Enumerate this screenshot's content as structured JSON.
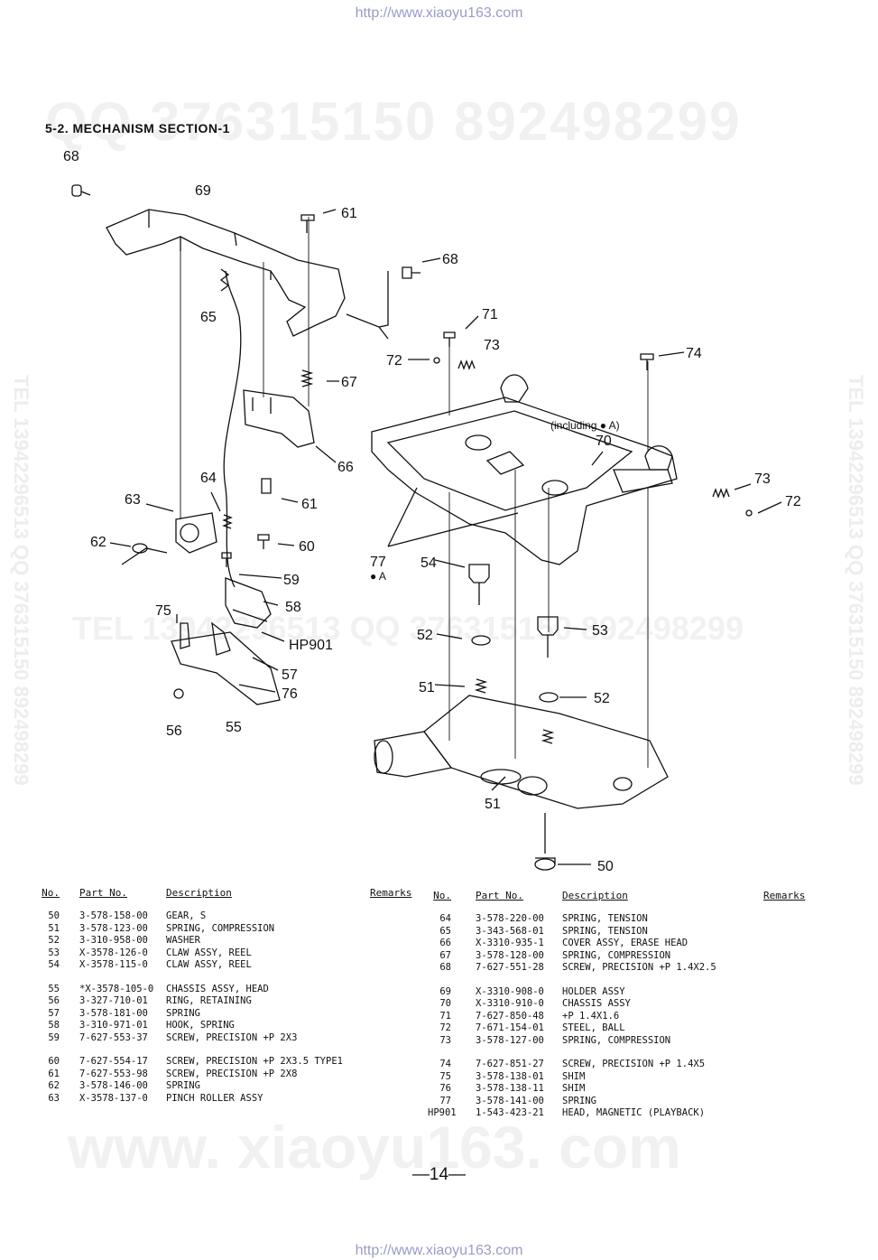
{
  "header_url": "http://www.xiaoyu163.com",
  "footer_url": "http://www.xiaoyu163.com",
  "watermarks": {
    "qq": "QQ 376315150   892498299",
    "tel": "TEL 13942296513    QQ 376315150   892498299",
    "site": "www. xiaoyu163. com",
    "side_left": "TEL 13942296513 QQ 376315150 892498299",
    "side_right": "TEL 13942296513 QQ 376315150 892498299"
  },
  "section_title": "5-2. MECHANISM SECTION-1",
  "diagram": {
    "note_including": "(including ● A)",
    "note_a": "● A",
    "callouts": {
      "c68a": "68",
      "c69": "69",
      "c61a": "61",
      "c68b": "68",
      "c65": "65",
      "c71": "71",
      "c73a": "73",
      "c72a": "72",
      "c74": "74",
      "c67": "67",
      "c70": "70",
      "c66": "66",
      "c73b": "73",
      "c72b": "72",
      "c64": "64",
      "c63": "63",
      "c61b": "61",
      "c62": "62",
      "c60": "60",
      "c59": "59",
      "c77": "77",
      "c54": "54",
      "c58": "58",
      "c75": "75",
      "chp": "HP901",
      "c53": "53",
      "c52a": "52",
      "c57": "57",
      "c76": "76",
      "c51a": "51",
      "c52b": "52",
      "c56": "56",
      "c55": "55",
      "c51b": "51",
      "c50": "50"
    }
  },
  "parts_headers": {
    "no": "No.",
    "part_no": "Part No.",
    "description": "Description",
    "remarks": "Remarks"
  },
  "parts_left": [
    [
      {
        "no": "50",
        "part": "3-578-158-00",
        "desc": "GEAR, S"
      },
      {
        "no": "51",
        "part": "3-578-123-00",
        "desc": "SPRING, COMPRESSION"
      },
      {
        "no": "52",
        "part": "3-310-958-00",
        "desc": "WASHER"
      },
      {
        "no": "53",
        "part": "X-3578-126-0",
        "desc": "CLAW ASSY, REEL"
      },
      {
        "no": "54",
        "part": "X-3578-115-0",
        "desc": "CLAW ASSY, REEL"
      }
    ],
    [
      {
        "no": "55",
        "part": "*X-3578-105-0",
        "desc": "CHASSIS ASSY, HEAD"
      },
      {
        "no": "56",
        "part": "3-327-710-01",
        "desc": "RING, RETAINING"
      },
      {
        "no": "57",
        "part": "3-578-181-00",
        "desc": "SPRING"
      },
      {
        "no": "58",
        "part": "3-310-971-01",
        "desc": "HOOK, SPRING"
      },
      {
        "no": "59",
        "part": "7-627-553-37",
        "desc": "SCREW, PRECISION +P 2X3"
      }
    ],
    [
      {
        "no": "60",
        "part": "7-627-554-17",
        "desc": "SCREW, PRECISION +P 2X3.5 TYPE1"
      },
      {
        "no": "61",
        "part": "7-627-553-98",
        "desc": "SCREW, PRECISION +P 2X8"
      },
      {
        "no": "62",
        "part": "3-578-146-00",
        "desc": "SPRING"
      },
      {
        "no": "63",
        "part": "X-3578-137-0",
        "desc": "PINCH ROLLER ASSY"
      }
    ]
  ],
  "parts_right": [
    [
      {
        "no": "64",
        "part": "3-578-220-00",
        "desc": "SPRING, TENSION"
      },
      {
        "no": "65",
        "part": "3-343-568-01",
        "desc": "SPRING, TENSION"
      },
      {
        "no": "66",
        "part": "X-3310-935-1",
        "desc": "COVER ASSY, ERASE HEAD"
      },
      {
        "no": "67",
        "part": "3-578-128-00",
        "desc": "SPRING, COMPRESSION"
      },
      {
        "no": "68",
        "part": "7-627-551-28",
        "desc": "SCREW, PRECISION +P 1.4X2.5"
      }
    ],
    [
      {
        "no": "69",
        "part": "X-3310-908-0",
        "desc": "HOLDER ASSY"
      },
      {
        "no": "70",
        "part": "X-3310-910-0",
        "desc": "CHASSIS ASSY"
      },
      {
        "no": "71",
        "part": "7-627-850-48",
        "desc": "+P 1.4X1.6"
      },
      {
        "no": "72",
        "part": "7-671-154-01",
        "desc": "STEEL, BALL"
      },
      {
        "no": "73",
        "part": "3-578-127-00",
        "desc": "SPRING, COMPRESSION"
      }
    ],
    [
      {
        "no": "74",
        "part": "7-627-851-27",
        "desc": "SCREW, PRECISION +P 1.4X5"
      },
      {
        "no": "75",
        "part": "3-578-138-01",
        "desc": "SHIM"
      },
      {
        "no": "76",
        "part": "3-578-138-11",
        "desc": "SHIM"
      },
      {
        "no": "77",
        "part": "3-578-141-00",
        "desc": "SPRING"
      },
      {
        "no": "HP901",
        "part": "1-543-423-21",
        "desc": "HEAD, MAGNETIC (PLAYBACK)"
      }
    ]
  ],
  "page_number": "—14—"
}
